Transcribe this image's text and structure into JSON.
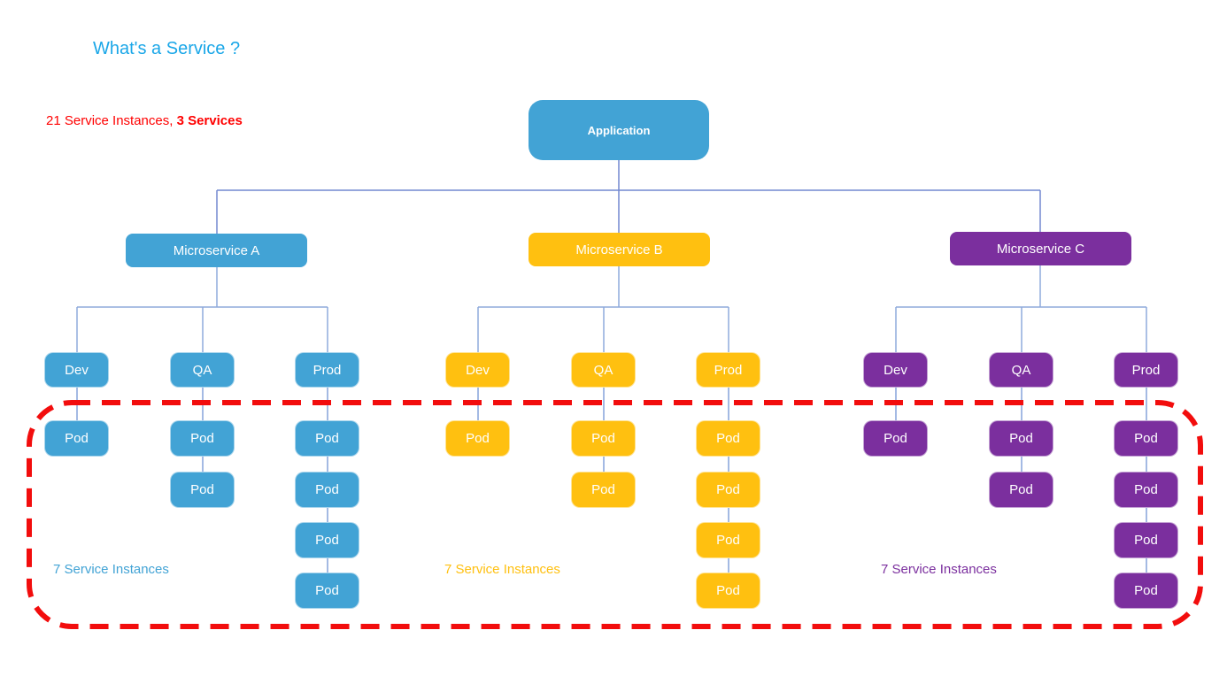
{
  "title": {
    "text": "What's a Service ?",
    "color": "#1BA7E8"
  },
  "summary": {
    "prefix": "21 Service Instances, ",
    "bold": "3 Services",
    "color": "#FF0000"
  },
  "application": {
    "label": "Application",
    "color": "#42A3D5"
  },
  "labels": {
    "pod": "Pod"
  },
  "services": [
    {
      "name": "Microservice A",
      "color": "#42A3D5",
      "instances_label": "7 Service Instances",
      "environments": [
        {
          "label": "Dev",
          "pod_count": 1
        },
        {
          "label": "QA",
          "pod_count": 2
        },
        {
          "label": "Prod",
          "pod_count": 4
        }
      ]
    },
    {
      "name": "Microservice B",
      "color": "#FFC010",
      "instances_label": "7 Service Instances",
      "environments": [
        {
          "label": "Dev",
          "pod_count": 1
        },
        {
          "label": "QA",
          "pod_count": 2
        },
        {
          "label": "Prod",
          "pod_count": 4
        }
      ]
    },
    {
      "name": "Microservice C",
      "color": "#7B2F9E",
      "instances_label": "7 Service Instances",
      "environments": [
        {
          "label": "Dev",
          "pod_count": 1
        },
        {
          "label": "QA",
          "pod_count": 2
        },
        {
          "label": "Prod",
          "pod_count": 4
        }
      ]
    }
  ],
  "annotation_box": {
    "color": "#F20D0D"
  },
  "connector_colors": {
    "level1": "#7289D1",
    "level2": "#8FAADC",
    "level3": "#85A3DA"
  }
}
